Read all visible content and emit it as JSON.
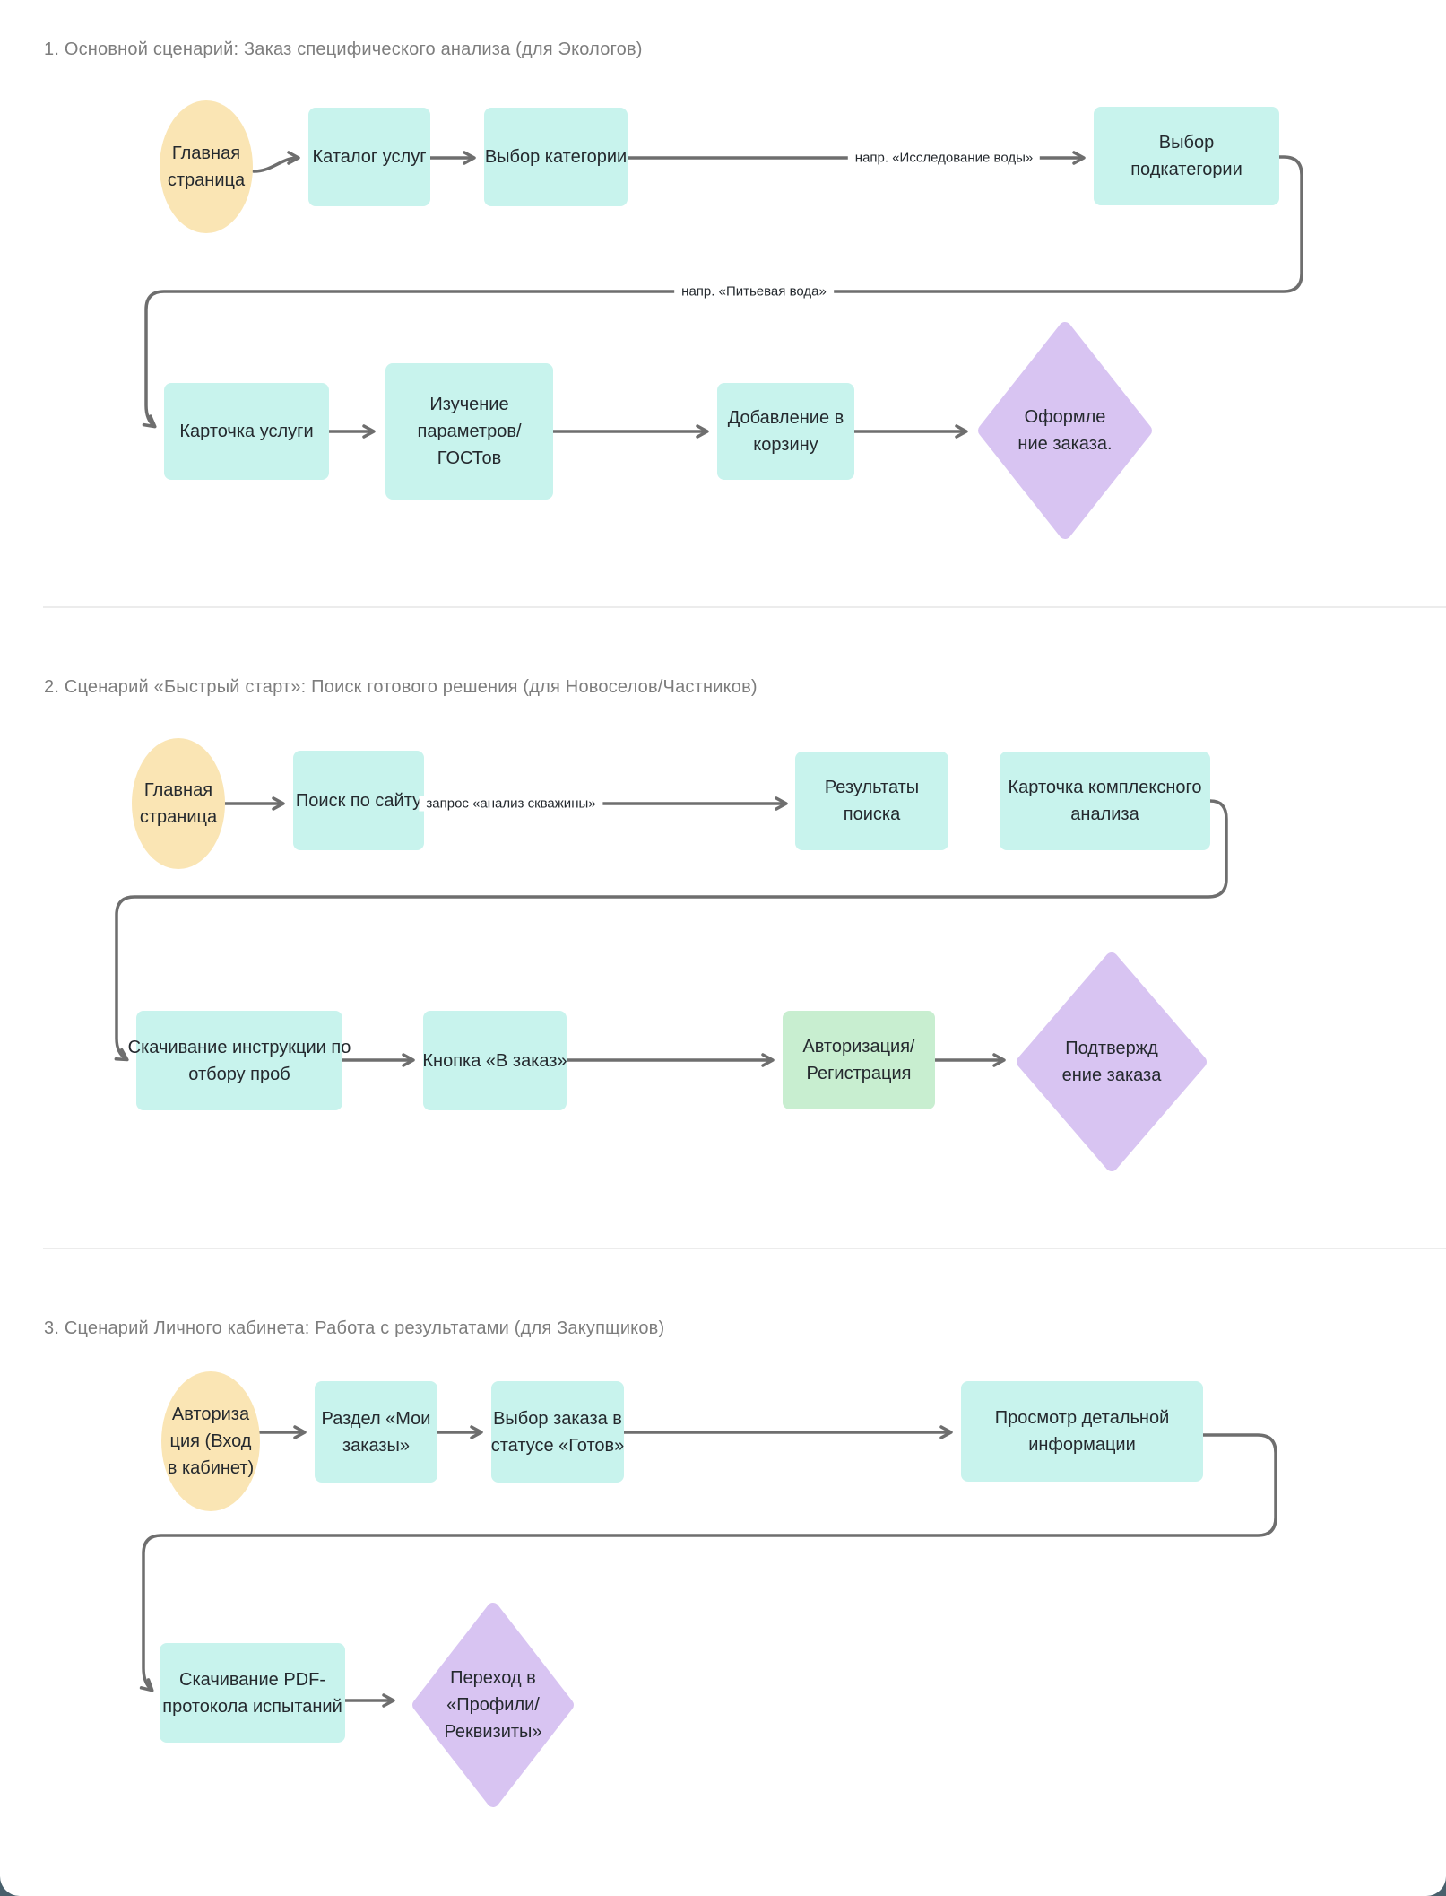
{
  "colors": {
    "canvas": "#49606c",
    "card": "#ffffff",
    "process-fill": "#c8f3ed",
    "start-fill": "#fae5b4",
    "decision-fill": "#d8c4f2",
    "auth-fill": "#c8eed0",
    "edge-stroke": "#6e6e6e",
    "node-text": "#24292e",
    "title-text": "#7d7d7d",
    "divider": "#ececec"
  },
  "sections": [
    {
      "title": "1. Основной сценарий: Заказ специфического анализа (для Экологов)",
      "nodes": {
        "start": "Главная\nстраница",
        "catalog": "Каталог услуг",
        "category": "Выбор категории",
        "subcategory": "Выбор\nподкатегории",
        "service_card": "Карточка услуги",
        "params": "Изучение\nпараметров/\nГОСТов",
        "add_to_cart": "Добавление в\nкорзину",
        "checkout": "Оформле\nние заказа."
      },
      "edge_labels": {
        "category_example": "напр. «Исследование воды»",
        "subcategory_example": "напр. «Питьевая вода»"
      }
    },
    {
      "title": "2. Сценарий «Быстрый старт»: Поиск готового решения (для Новоселов/Частников)",
      "nodes": {
        "start": "Главная\nстраница",
        "site_search": "Поиск по сайту",
        "search_results": "Результаты\nпоиска",
        "complex_card": "Карточка комплексного\nанализа",
        "download_instructions": "Скачивание инструкции по\nотбору проб",
        "order_button": "Кнопка «В заказ»",
        "auth": "Авторизация/\nРегистрация",
        "confirm": "Подтвержд\nение заказа"
      },
      "edge_labels": {
        "search_query": "запрос «анализ скважины»"
      }
    },
    {
      "title": "3. Сценарий Личного кабинета: Работа с результатами (для Закупщиков)",
      "nodes": {
        "start": "Авториза\nция (Вход\nв кабинет)",
        "my_orders": "Раздел «Мои\nзаказы»",
        "ready_order": "Выбор заказа в\nстатусе «Готов»",
        "details": "Просмотр детальной\nинформации",
        "download_pdf": "Скачивание PDF-\nпротокола испытаний",
        "profiles": "Переход в\n«Профили/\nРеквизиты»"
      }
    }
  ]
}
